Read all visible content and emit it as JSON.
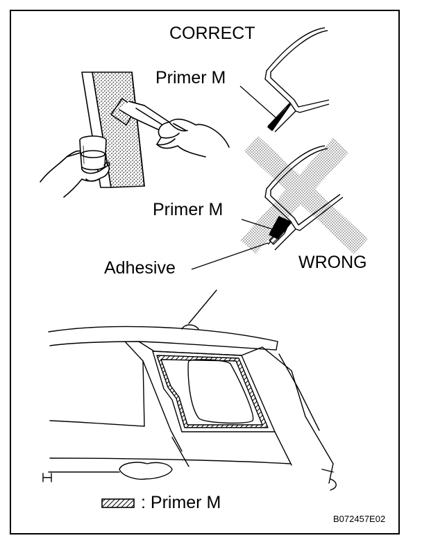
{
  "labels": {
    "correct": "CORRECT",
    "wrong": "WRONG",
    "primer_top": "Primer M",
    "primer_mid": "Primer M",
    "adhesive": "Adhesive",
    "legend": ": Primer M",
    "code": "B072457E02"
  },
  "icons": [
    "brush-icon",
    "primer-jar-icon",
    "hand-icon",
    "cross-mark-icon",
    "hatch-swatch-icon"
  ],
  "colors": {
    "ink": "#000000",
    "paper": "#ffffff",
    "stipple": "#9a9a9a"
  }
}
